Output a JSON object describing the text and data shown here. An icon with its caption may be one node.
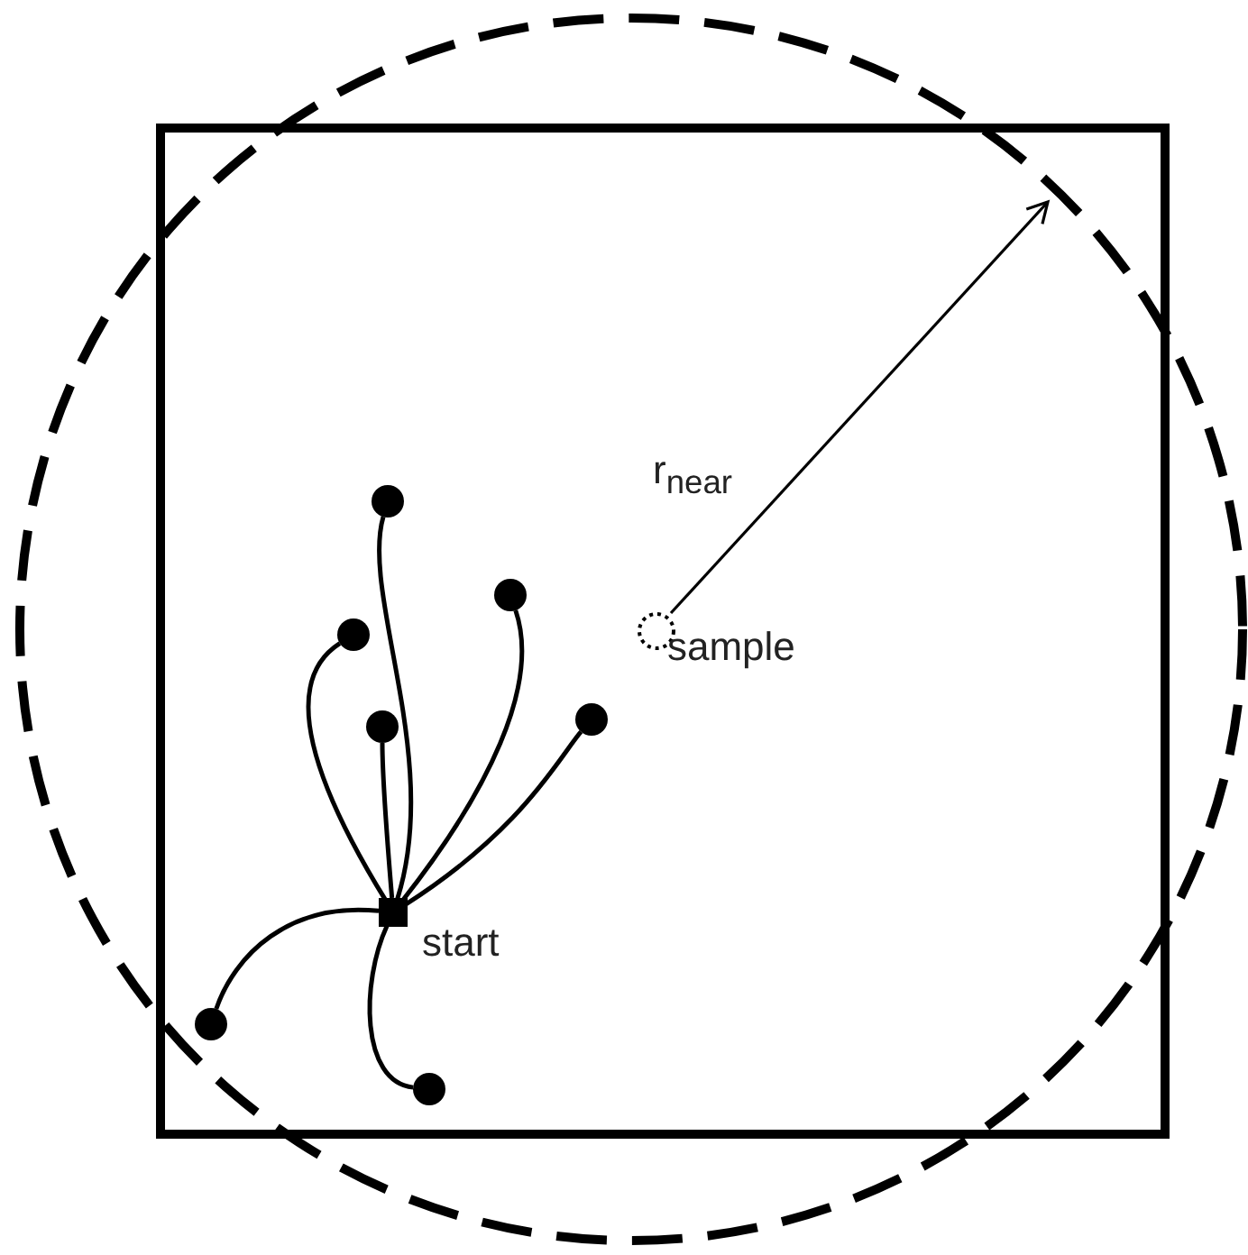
{
  "diagram": {
    "nodes": [
      {
        "text": [
          "sample"
        ]
      },
      {
        "text": [
          "start"
        ]
      },
      {
        "text": [],
        "shape": "circle"
      },
      {
        "text": [],
        "shape": "circle"
      },
      {
        "text": [],
        "shape": "circle"
      },
      {
        "text": [],
        "shape": "circle"
      },
      {
        "text": [],
        "shape": "circle"
      },
      {
        "text": [],
        "shape": "circle"
      },
      {
        "text": [],
        "shape": "circle"
      }
    ],
    "edges": [
      {
        "from": 1,
        "to": 2,
        "arrow": "none"
      },
      {
        "from": 1,
        "to": 3,
        "arrow": "none"
      },
      {
        "from": 1,
        "to": 4,
        "arrow": "none"
      },
      {
        "from": 1,
        "to": 5,
        "arrow": "none"
      },
      {
        "from": 1,
        "to": 6,
        "arrow": "none"
      },
      {
        "from": 1,
        "to": 7,
        "arrow": "none"
      },
      {
        "from": 1,
        "to": 8,
        "arrow": "none"
      }
    ],
    "labels": [
      "r$_{near}$"
    ]
  }
}
